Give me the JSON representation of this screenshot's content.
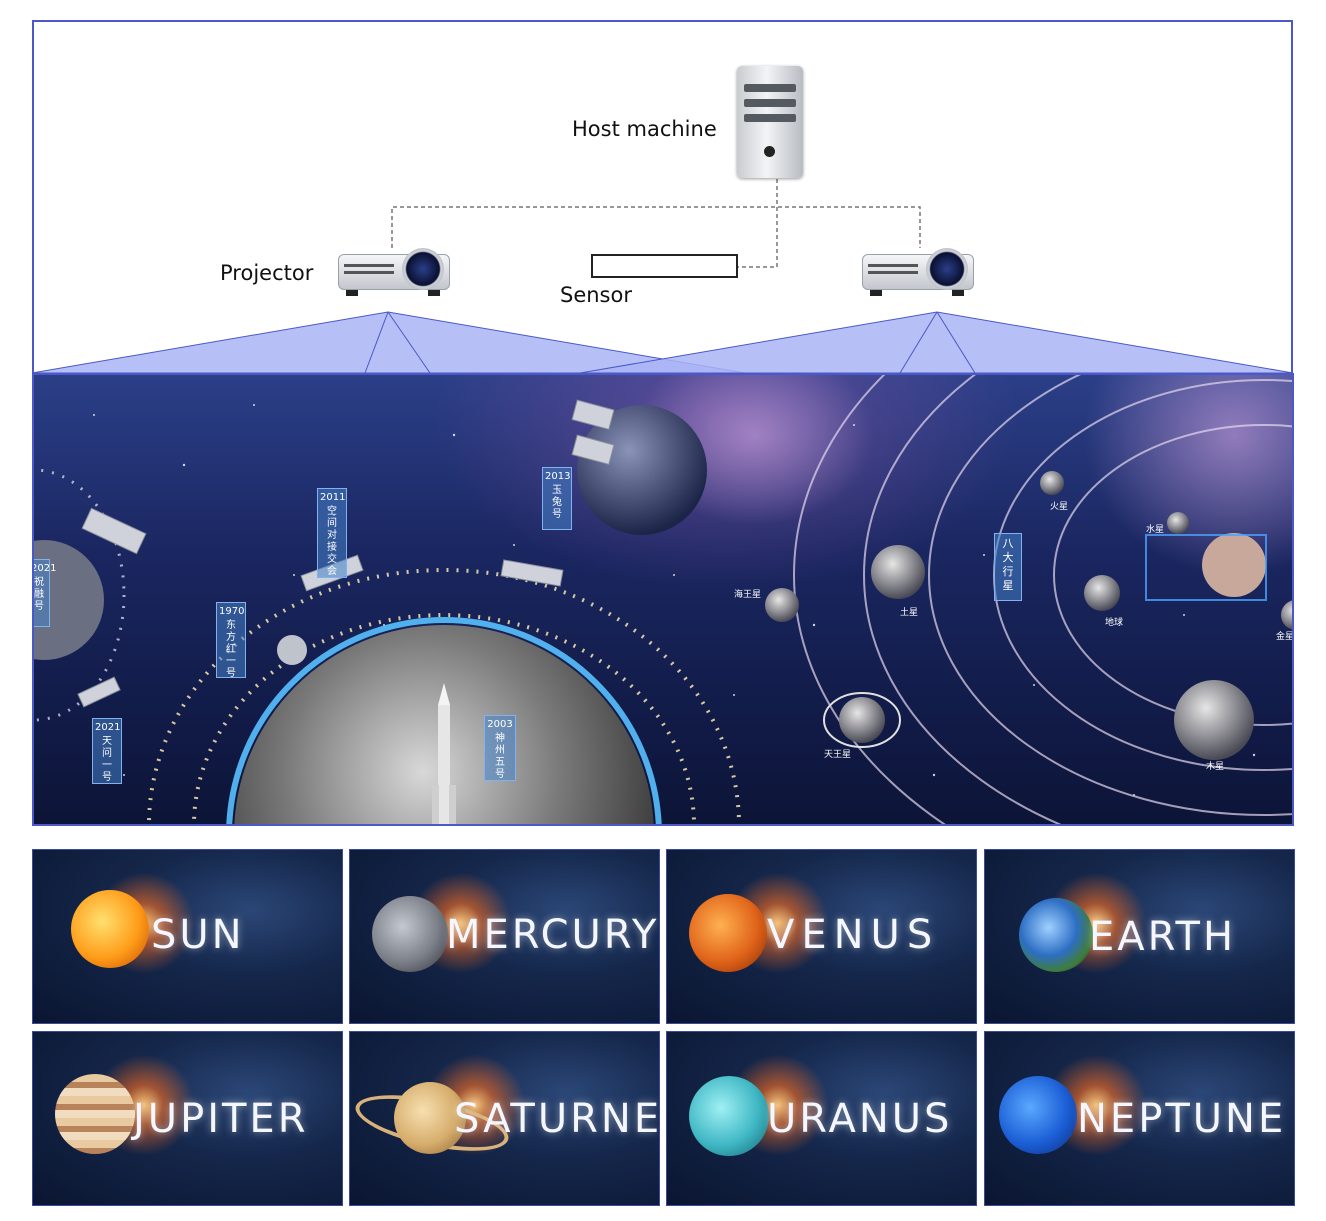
{
  "diagram": {
    "host_label": "Host machine",
    "projector_label": "Projector",
    "sensor_label": "Sensor"
  },
  "wall": {
    "milestones": [
      {
        "year": "2021",
        "name": "祝融号"
      },
      {
        "year": "2011",
        "name": "空间对接交会"
      },
      {
        "year": "2013",
        "name": "玉兔号"
      },
      {
        "year": "1970",
        "name": "东方红一号"
      },
      {
        "year": "2021",
        "name": "天问一号"
      },
      {
        "year": "2003",
        "name": "神州五号"
      }
    ],
    "planet_labels": {
      "title": "八大行星",
      "neptune": "海王星",
      "saturn": "土星",
      "mars": "火星",
      "mercury": "水星",
      "earth": "地球",
      "venus": "金星",
      "uranus": "天王星",
      "jupiter": "木星"
    }
  },
  "tiles": [
    {
      "word": "SUN"
    },
    {
      "word": "MERCURY"
    },
    {
      "word": "VENUS"
    },
    {
      "word": "EARTH"
    },
    {
      "word": "JUPITER"
    },
    {
      "word": "SATURNE"
    },
    {
      "word": "URANUS"
    },
    {
      "word": "NEPTUNE"
    }
  ],
  "colors": {
    "frame": "#4a58c8",
    "projection_cone": "#aab4f6",
    "wall_background": "#1a2660"
  }
}
